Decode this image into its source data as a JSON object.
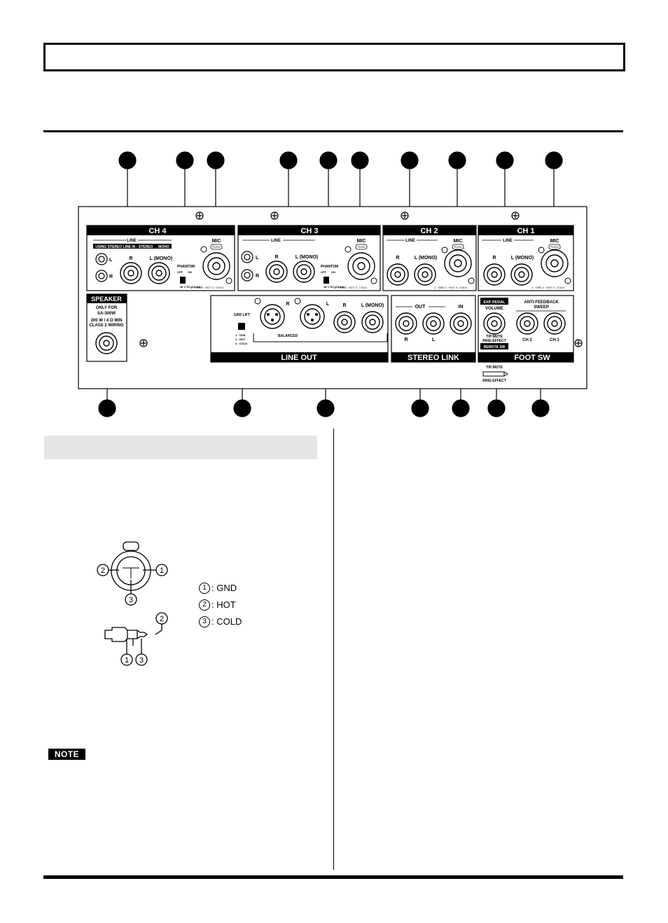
{
  "panel": {
    "ch_labels": [
      "CH 4",
      "CH 3",
      "CH 2",
      "CH 1"
    ],
    "line": "LINE",
    "mic": "MIC",
    "push": "PUSH",
    "r": "R",
    "l": "L",
    "l_mono": "L (MONO)",
    "using_stereo": "USING STEREO LINE IN : STEREO → MONO",
    "phantom": "PHANTOM",
    "phantom_off": "OFF",
    "phantom_on": "ON",
    "phantom_spec": "48 V DC (10 mA)",
    "pin_legend": "1 : GND  2 : HOT  3 : COLD",
    "speaker_title": "SPEAKER",
    "speaker_only": "ONLY FOR",
    "speaker_model": "SA-300W",
    "speaker_spec1": "200 W / 4 Ω MIN",
    "speaker_spec2": "CLASS 2 WIRING",
    "gnd_lift": "GND LIFT",
    "gnd_pins": [
      "1 : GND",
      "2 : HOT",
      "3 : COLD"
    ],
    "balanced": "BALANCED",
    "line_out": "LINE OUT",
    "out": "OUT",
    "in": "IN",
    "stereo_link": "STEREO LINK",
    "exp_pedal": "EXP PEDAL",
    "volume": "VOLUME",
    "tip_mute": "TIP:MUTE",
    "ring_effect": "RING:EFFECT",
    "remote_sw": "REMOTE SW",
    "anti_feedback": "ANTI-FEEDBACK",
    "sweep": "SWEEP",
    "ch2": "CH 2",
    "ch1": "CH 1",
    "foot_sw": "FOOT SW",
    "tip_mute2": "TIP:MUTE",
    "ring_effect2": "RING:EFFECT"
  },
  "wiring": {
    "pin_numbers": [
      "1",
      "2",
      "3"
    ],
    "legend": [
      {
        "num": "1",
        "text": ": GND"
      },
      {
        "num": "2",
        "text": ": HOT"
      },
      {
        "num": "3",
        "text": ": COLD"
      }
    ]
  },
  "note_label": "NOTE"
}
